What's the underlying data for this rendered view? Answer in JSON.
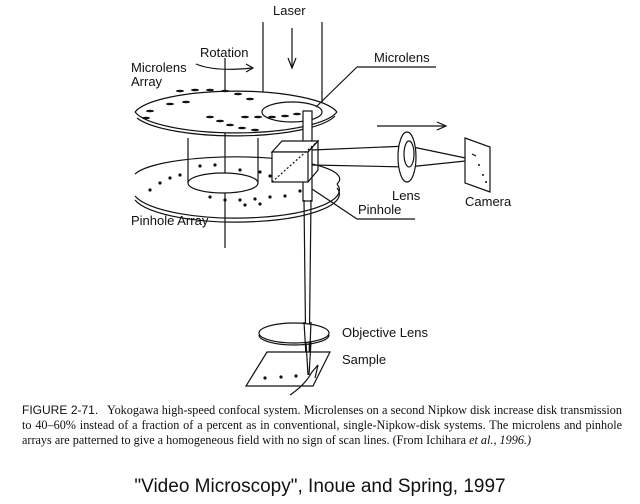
{
  "labels": {
    "laser": "Laser",
    "rotation": "Rotation",
    "microlens_array_1": "Microlens",
    "microlens_array_2": "Array",
    "microlens": "Microlens",
    "lens": "Lens",
    "camera": "Camera",
    "pinhole": "Pinhole",
    "pinhole_array": "Pinhole Array",
    "objective_lens": "Objective Lens",
    "sample": "Sample"
  },
  "caption": {
    "figure_number": "FIGURE 2-71.",
    "text": "Yokogawa high-speed confocal system. Microlenses on a second Nipkow disk increase disk transmission to 40–60% instead of a fraction of a percent as in conventional, single-Nipkow-disk systems. The microlens and pinhole arrays are patterned to give a homogeneous field with no sign of scan lines. (From Ichihara",
    "citation": "et al., 1996.)"
  },
  "credit": "\"Video Microscopy\", Inoue and Spring, 1997"
}
